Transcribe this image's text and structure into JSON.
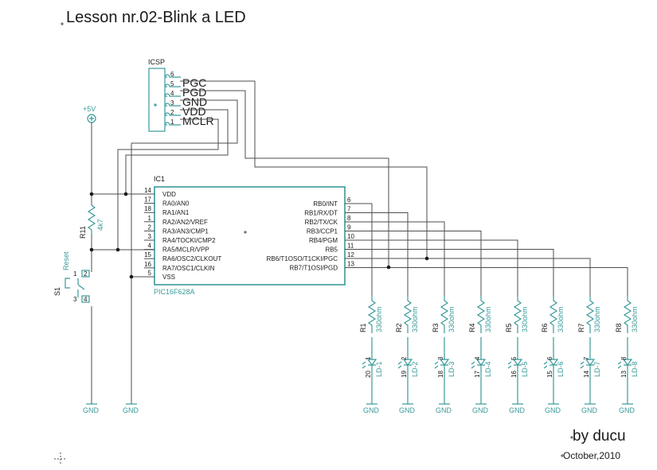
{
  "title": "Lesson nr.02-Blink a LED",
  "author": "by ducu",
  "date": "October,2010",
  "icsp": {
    "label": "ICSP",
    "pin_numbers": [
      "6",
      "5",
      "4",
      "3",
      "2",
      "1"
    ],
    "signals": [
      "PGC",
      "PGD",
      "GND",
      "VDD",
      "MCLR"
    ]
  },
  "supply": {
    "label": "+5V"
  },
  "ic": {
    "ref": "IC1",
    "part": "PIC16F628A",
    "left_pins": [
      {
        "num": "14",
        "name": "VDD"
      },
      {
        "num": "17",
        "name": "RA0/AN0"
      },
      {
        "num": "18",
        "name": "RA1/AN1"
      },
      {
        "num": "1",
        "name": "RA2/AN2/VREF"
      },
      {
        "num": "2",
        "name": "RA3/AN3/CMP1"
      },
      {
        "num": "3",
        "name": "RA4/TOCKI/CMP2"
      },
      {
        "num": "4",
        "name": "RA5/MCLR/VPP"
      },
      {
        "num": "15",
        "name": "RA6/OSC2/CLKOUT"
      },
      {
        "num": "16",
        "name": "RA7/OSC1/CLKIN"
      },
      {
        "num": "5",
        "name": "VSS"
      }
    ],
    "right_pins": [
      {
        "num": "6",
        "name": "RB0/INT"
      },
      {
        "num": "7",
        "name": "RB1/RX/DT"
      },
      {
        "num": "8",
        "name": "RB2/TX/CK"
      },
      {
        "num": "9",
        "name": "RB3/CCP1"
      },
      {
        "num": "10",
        "name": "RB4/PGM"
      },
      {
        "num": "11",
        "name": "RB5"
      },
      {
        "num": "12",
        "name": "RB6/T1OSO/T1CKI/PGC"
      },
      {
        "num": "13",
        "name": "RB7/T1OSI/PGD"
      }
    ]
  },
  "pullup": {
    "ref": "R11",
    "value": "4k7"
  },
  "switch": {
    "ref": "S1",
    "label": "Reset",
    "pins": [
      "1",
      "2",
      "3",
      "4"
    ]
  },
  "ground_label": "GND",
  "resistor_value": "330ohm",
  "resistors": [
    "R1",
    "R2",
    "R3",
    "R4",
    "R5",
    "R6",
    "R7",
    "R8"
  ],
  "leds": [
    {
      "ref": "LD-1",
      "pin_a": "1",
      "pin_k": "20"
    },
    {
      "ref": "LD-2",
      "pin_a": "2",
      "pin_k": "19"
    },
    {
      "ref": "LD-3",
      "pin_a": "3",
      "pin_k": "18"
    },
    {
      "ref": "LD-4",
      "pin_a": "4",
      "pin_k": "17"
    },
    {
      "ref": "LD-5",
      "pin_a": "5",
      "pin_k": "16"
    },
    {
      "ref": "LD-6",
      "pin_a": "6",
      "pin_k": "15"
    },
    {
      "ref": "LD-7",
      "pin_a": "7",
      "pin_k": "14"
    },
    {
      "ref": "LD-8",
      "pin_a": "8",
      "pin_k": "13"
    }
  ]
}
